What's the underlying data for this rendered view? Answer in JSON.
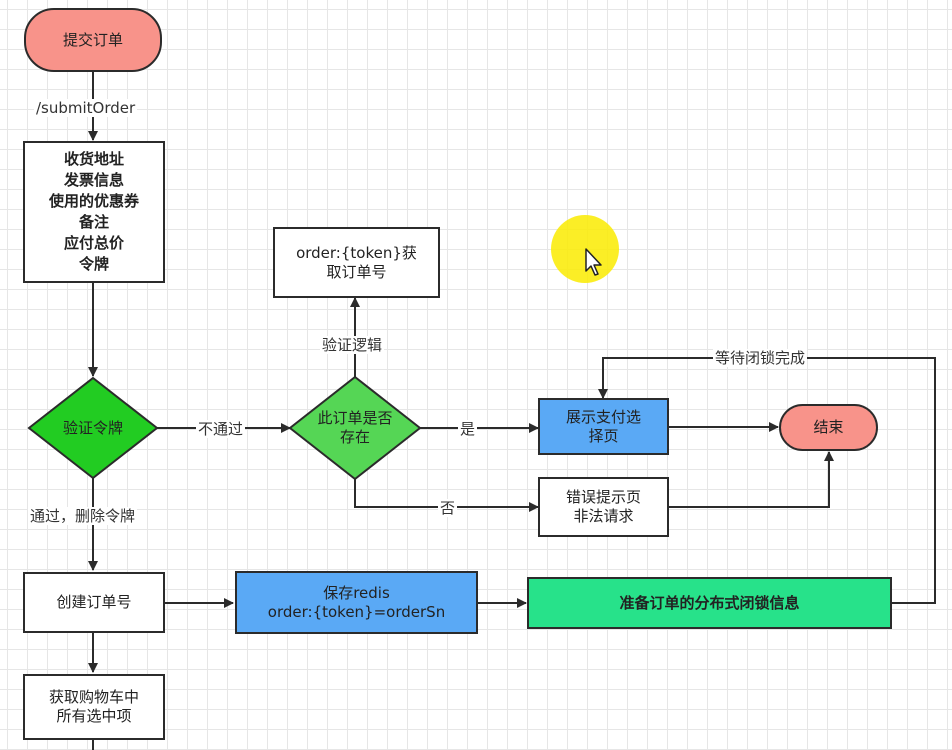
{
  "nodes": {
    "submit_order": "提交订单",
    "order_info": "收货地址\n发票信息\n使用的优惠券\n备注\n应付总价\n令牌",
    "verify_token": "验证令牌",
    "order_exists": "此订单是否\n存在",
    "get_order_no": "order:{token}获\n取订单号",
    "show_pay_page": "展示支付选\n择页",
    "end": "结束",
    "error_page": "错误提示页\n非法请求",
    "create_order_no": "创建订单号",
    "save_redis": "保存redis\norder:{token}=orderSn",
    "prepare_lock": "准备订单的分布式闭锁信息",
    "get_cart": "获取购物车中\n所有选中项"
  },
  "edges": {
    "submit_api": "/submitOrder",
    "not_pass": "不通过",
    "verify_logic": "验证逻辑",
    "yes": "是",
    "no": "否",
    "wait_lock": "等待闭锁完成",
    "pass_delete_token": "通过，删除令牌"
  },
  "colors": {
    "terminal": "#f8938a",
    "decision_dark": "#22cc22",
    "decision_light": "#55d655",
    "process_blue": "#5aa9f5",
    "process_green": "#27e28a",
    "cursor_highlight": "#faeb00"
  }
}
